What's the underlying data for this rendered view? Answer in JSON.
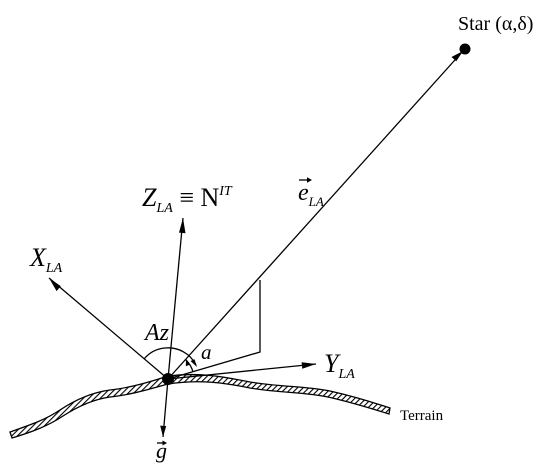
{
  "labels": {
    "star": "Star (α,δ)",
    "z_axis": "Z",
    "z_axis_sub": "LA",
    "z_equiv": " ≡ N",
    "z_equiv_sup": "IT",
    "e_vector": "e",
    "e_vector_sub": "LA",
    "x_axis": "X",
    "x_axis_sub": "LA",
    "y_axis": "Y",
    "y_axis_sub": "LA",
    "azimuth": "Az",
    "altitude": "a",
    "g_vector": "g",
    "terrain": "Terrain"
  },
  "colors": {
    "ink": "#000000",
    "terrain_fill": "#333333"
  }
}
